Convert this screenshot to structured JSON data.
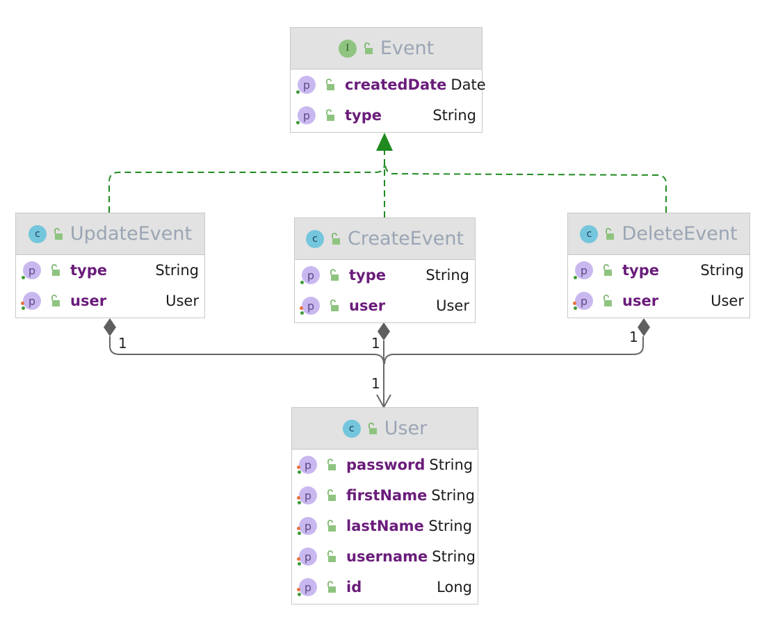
{
  "classes": {
    "event": {
      "name": "Event",
      "kind_glyph": "I",
      "fields": [
        {
          "name": "createdDate",
          "type": "Date",
          "nested": false
        },
        {
          "name": "type",
          "type": "String",
          "nested": false
        }
      ]
    },
    "update_event": {
      "name": "UpdateEvent",
      "kind_glyph": "c",
      "fields": [
        {
          "name": "type",
          "type": "String",
          "nested": false
        },
        {
          "name": "user",
          "type": "User",
          "nested": true
        }
      ]
    },
    "create_event": {
      "name": "CreateEvent",
      "kind_glyph": "c",
      "fields": [
        {
          "name": "type",
          "type": "String",
          "nested": false
        },
        {
          "name": "user",
          "type": "User",
          "nested": true
        }
      ]
    },
    "delete_event": {
      "name": "DeleteEvent",
      "kind_glyph": "c",
      "fields": [
        {
          "name": "type",
          "type": "String",
          "nested": false
        },
        {
          "name": "user",
          "type": "User",
          "nested": true
        }
      ]
    },
    "user": {
      "name": "User",
      "kind_glyph": "c",
      "fields": [
        {
          "name": "password",
          "type": "String",
          "nested": true
        },
        {
          "name": "firstName",
          "type": "String",
          "nested": true
        },
        {
          "name": "lastName",
          "type": "String",
          "nested": true
        },
        {
          "name": "username",
          "type": "String",
          "nested": true
        },
        {
          "name": "id",
          "type": "Long",
          "nested": true
        }
      ]
    }
  },
  "property_glyph": "p",
  "multiplicities": {
    "update_event_end": "1",
    "create_event_end": "1",
    "delete_event_end": "1",
    "user_end": "1"
  },
  "colors": {
    "realization_line": "#1f8a1f",
    "association_line": "#666666",
    "header_bg": "#e2e2e2",
    "class_name": "#9aa5b4",
    "field_name": "#6a1c7a"
  },
  "icons": {
    "class": "class-c-icon",
    "interface": "interface-i-icon",
    "visibility": "lock-open-icon",
    "property": "property-p-icon"
  }
}
